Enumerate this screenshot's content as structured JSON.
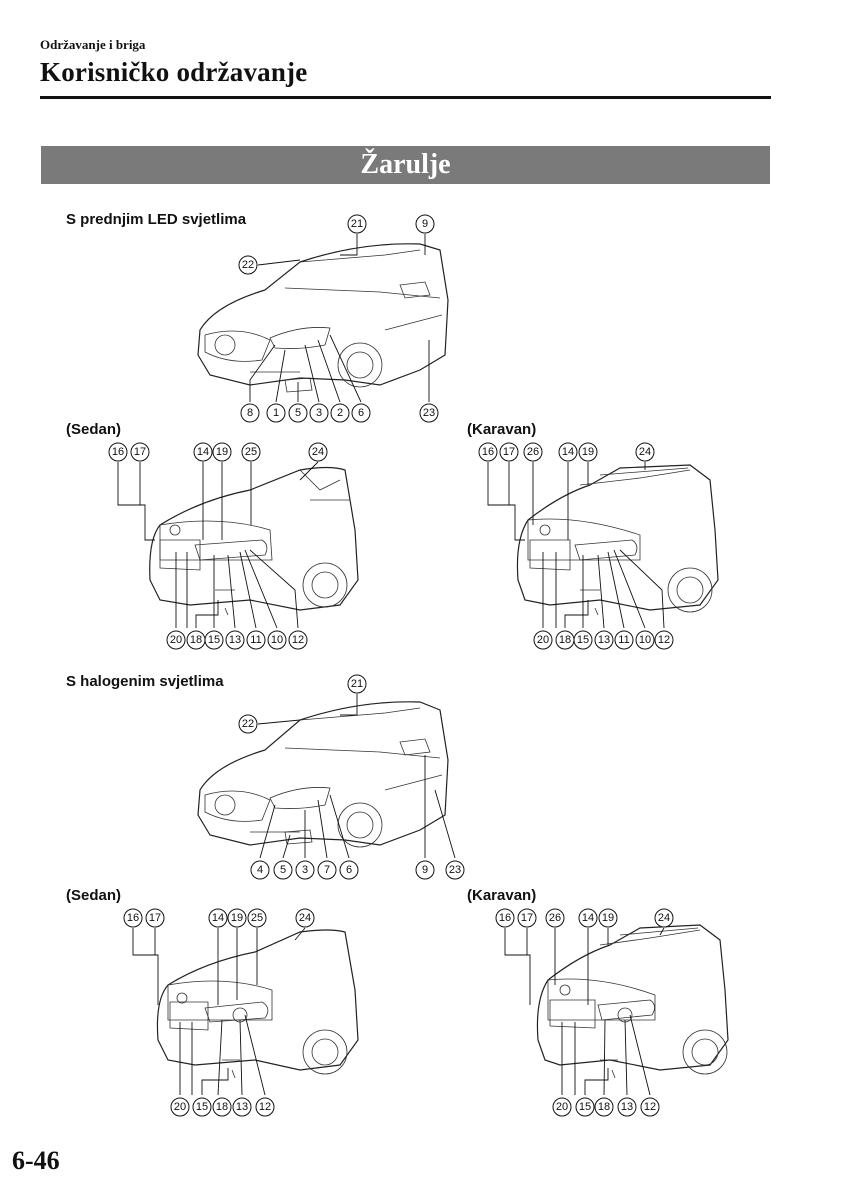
{
  "header": {
    "breadcrumb": "Održavanje i briga",
    "title": "Korisničko održavanje"
  },
  "section": {
    "title": "Žarulje"
  },
  "groups": {
    "led": {
      "heading": "S prednjim LED svjetlima",
      "sedan_label": "(Sedan)",
      "wagon_label": "(Karavan)"
    },
    "halogen": {
      "heading": "S halogenim svjetlima",
      "sedan_label": "(Sedan)",
      "wagon_label": "(Karavan)"
    }
  },
  "callouts": {
    "led_front": [
      "21",
      "22",
      "9",
      "8",
      "1",
      "5",
      "3",
      "2",
      "6",
      "23"
    ],
    "led_sedan": [
      "16",
      "17",
      "14",
      "19",
      "25",
      "24",
      "20",
      "18",
      "15",
      "13",
      "11",
      "10",
      "12"
    ],
    "led_wagon": [
      "16",
      "17",
      "26",
      "14",
      "19",
      "24",
      "20",
      "18",
      "15",
      "13",
      "11",
      "10",
      "12"
    ],
    "hal_front": [
      "21",
      "22",
      "4",
      "5",
      "3",
      "7",
      "6",
      "9",
      "23"
    ],
    "hal_sedan": [
      "16",
      "17",
      "14",
      "19",
      "25",
      "24",
      "20",
      "15",
      "18",
      "13",
      "12"
    ],
    "hal_wagon": [
      "16",
      "17",
      "26",
      "14",
      "19",
      "24",
      "20",
      "15",
      "18",
      "13",
      "12"
    ]
  },
  "footer": {
    "page_number": "6-46"
  }
}
